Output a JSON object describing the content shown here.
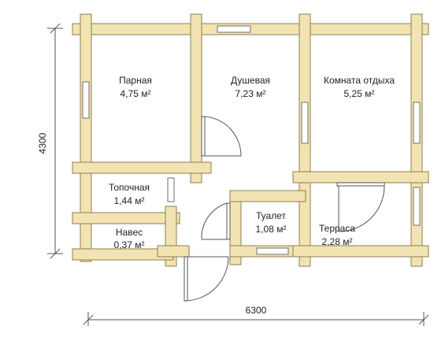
{
  "dimensions": {
    "height": "4300",
    "width": "6300"
  },
  "rooms": [
    {
      "id": "parnaya",
      "name": "Парная",
      "area": "4,75",
      "unit": "м²"
    },
    {
      "id": "dushevaya",
      "name": "Душевая",
      "area": "7,23",
      "unit": "м²"
    },
    {
      "id": "komnata",
      "name": "Комната отдыха",
      "area": "5,25",
      "unit": "м²"
    },
    {
      "id": "topochnaya",
      "name": "Топочная",
      "area": "1,44",
      "unit": "м²"
    },
    {
      "id": "tualet",
      "name": "Туалет",
      "area": "1,08",
      "unit": "м²"
    },
    {
      "id": "terrasa",
      "name": "Терраса",
      "area": "2,28",
      "unit": "м²"
    },
    {
      "id": "naves",
      "name": "Навес",
      "area": "0,37",
      "unit": "м²"
    }
  ],
  "colors": {
    "log": "#f2e3b3",
    "log_stroke": "#8f7e4e",
    "line": "#555555"
  }
}
